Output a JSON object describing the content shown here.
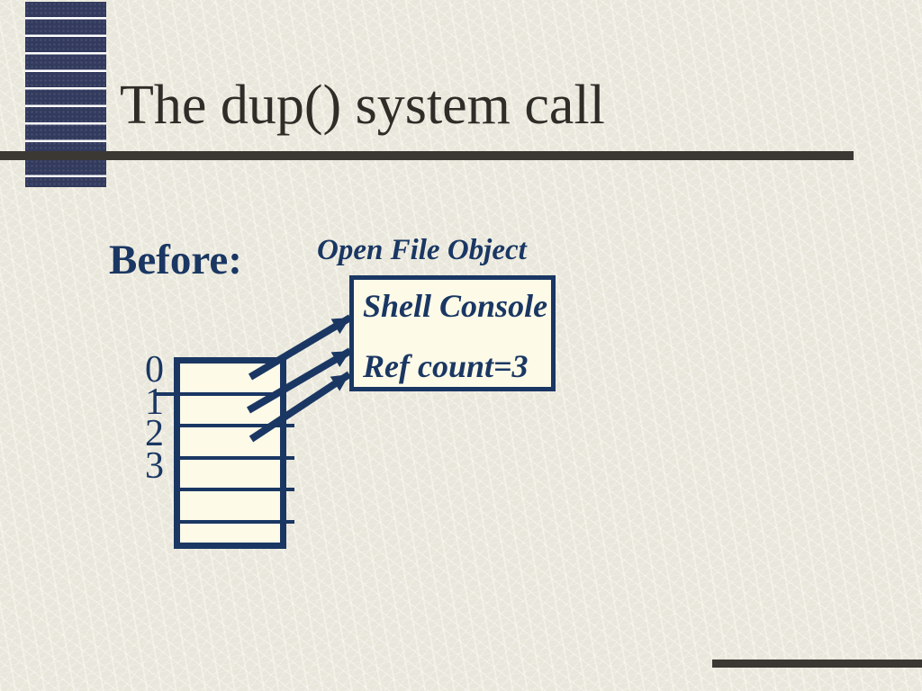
{
  "slide": {
    "title": "The dup() system call",
    "section_label": "Before:",
    "diagram": {
      "object_caption": "Open File Object",
      "object_lines": [
        "Shell Console",
        "Ref count=3"
      ],
      "fd_labels": [
        "0",
        "1",
        "2",
        "3"
      ],
      "fd_table_rows": 6,
      "arrows": [
        {
          "from_fd": 0,
          "to": "open-file-object"
        },
        {
          "from_fd": 1,
          "to": "open-file-object"
        },
        {
          "from_fd": 2,
          "to": "open-file-object"
        }
      ]
    },
    "colors": {
      "navy": "#1a3763",
      "cream": "#fdfae8",
      "background": "#e9e7db",
      "rule": "#3b3833",
      "title_text": "#2f2d28",
      "stripe_bar": "#323a5e"
    }
  }
}
